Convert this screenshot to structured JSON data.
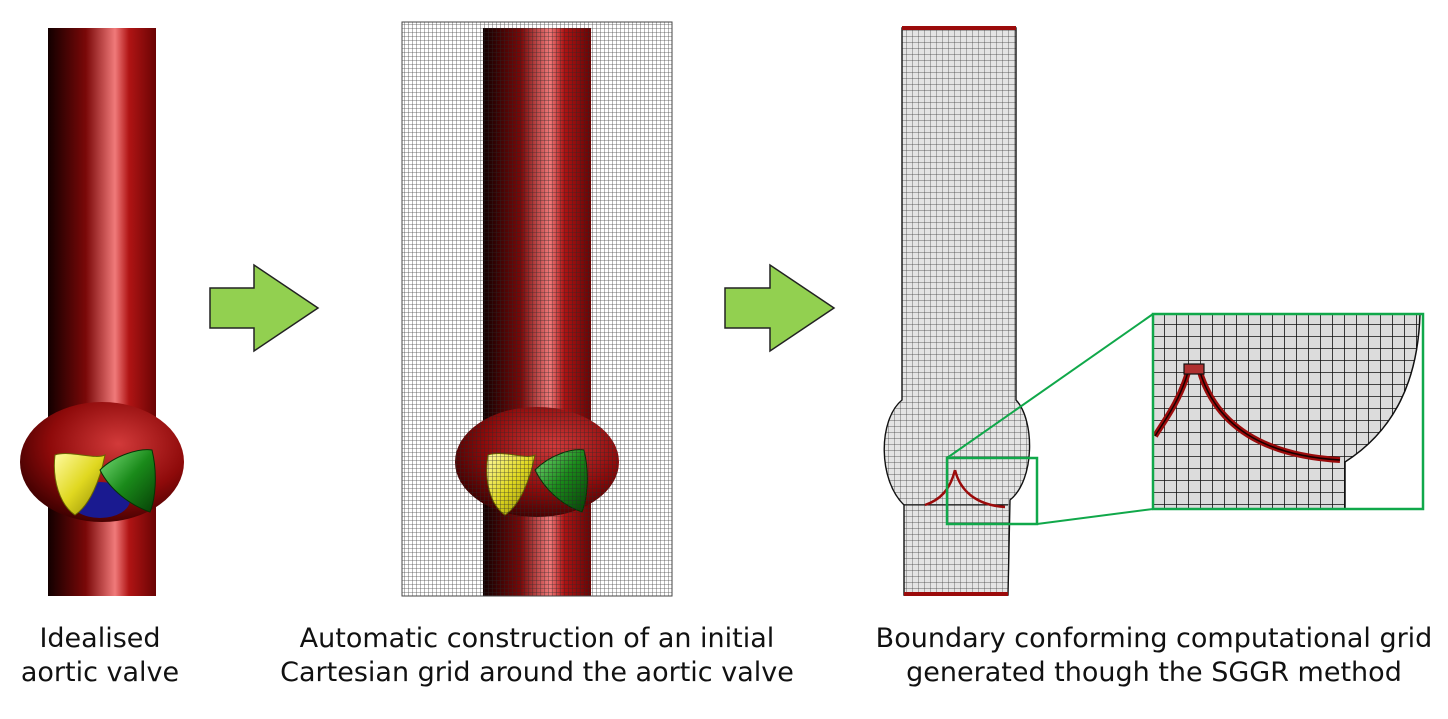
{
  "panels": [
    {
      "caption_lines": [
        "Idealised",
        "aortic valve"
      ]
    },
    {
      "caption_lines": [
        "Automatic construction of an initial",
        "Cartesian grid around the aortic valve"
      ]
    },
    {
      "caption_lines": [
        "Boundary conforming computational grid",
        "generated though the SGGR method"
      ]
    }
  ],
  "colors": {
    "vessel": "#9b0b0b",
    "vessel_highlight": "#f07070",
    "vessel_shadow": "#1a0000",
    "leaflet_yellow": "#e8e020",
    "leaflet_green": "#1a8a1a",
    "leaflet_blue": "#1a1a90",
    "arrow_fill": "#92d050",
    "arrow_stroke": "#222222",
    "zoom_box": "#10a84a",
    "grid_line": "#333333"
  },
  "icons": [
    "right-arrow-icon",
    "right-arrow-icon"
  ]
}
